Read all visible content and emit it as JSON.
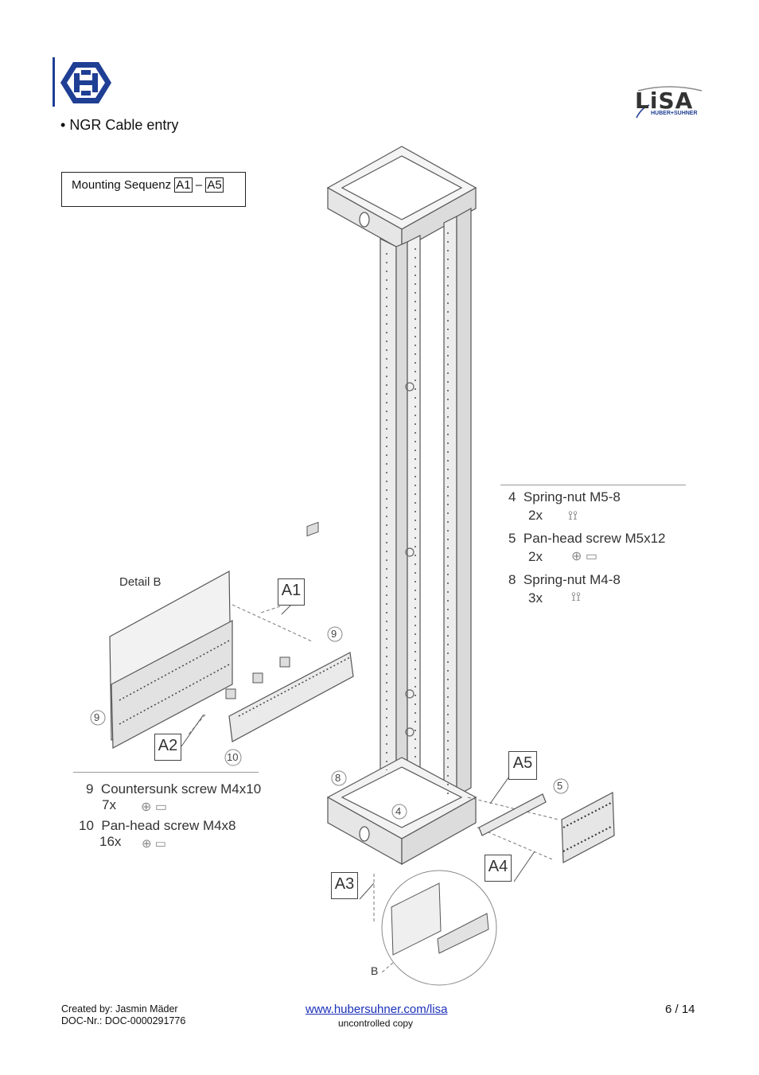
{
  "header": {
    "title": "NGR Cable entry",
    "left_logo_icon": "huber-suhner-hexagon-logo",
    "right_logo_text": "LiSA",
    "right_logo_subtext": "HUBER+SUHNER"
  },
  "sequence": {
    "prefix": "Mounting Sequenz",
    "start": "A1",
    "dash": "–",
    "end": "A5"
  },
  "drawing": {
    "detail_label": "Detail B",
    "callouts": [
      "A1",
      "A2",
      "A3",
      "A4",
      "A5"
    ],
    "circle_numbers": [
      "9",
      "9",
      "10",
      "8",
      "4",
      "5"
    ],
    "b_label": "B"
  },
  "parts_right": [
    {
      "num": "4",
      "name": "Spring-nut M5-8",
      "qty": "2x"
    },
    {
      "num": "5",
      "name": "Pan-head screw M5x12",
      "qty": "2x"
    },
    {
      "num": "8",
      "name": "Spring-nut M4-8",
      "qty": "3x"
    }
  ],
  "parts_left": [
    {
      "num": "9",
      "name": "Countersunk screw M4x10",
      "qty": "7x"
    },
    {
      "num": "10",
      "name": "Pan-head screw M4x8",
      "qty": "16x"
    }
  ],
  "footer": {
    "created_by": "Created by: Jasmin Mäder",
    "doc_nr": "DOC-Nr.: DOC-0000291776",
    "url": "www.hubersuhner.com/lisa",
    "copy_note": "uncontrolled copy",
    "page": "6 / 14"
  },
  "colors": {
    "logo_blue": "#1f3f94",
    "link_blue": "#1a2fb8",
    "line_gray": "#555555"
  }
}
